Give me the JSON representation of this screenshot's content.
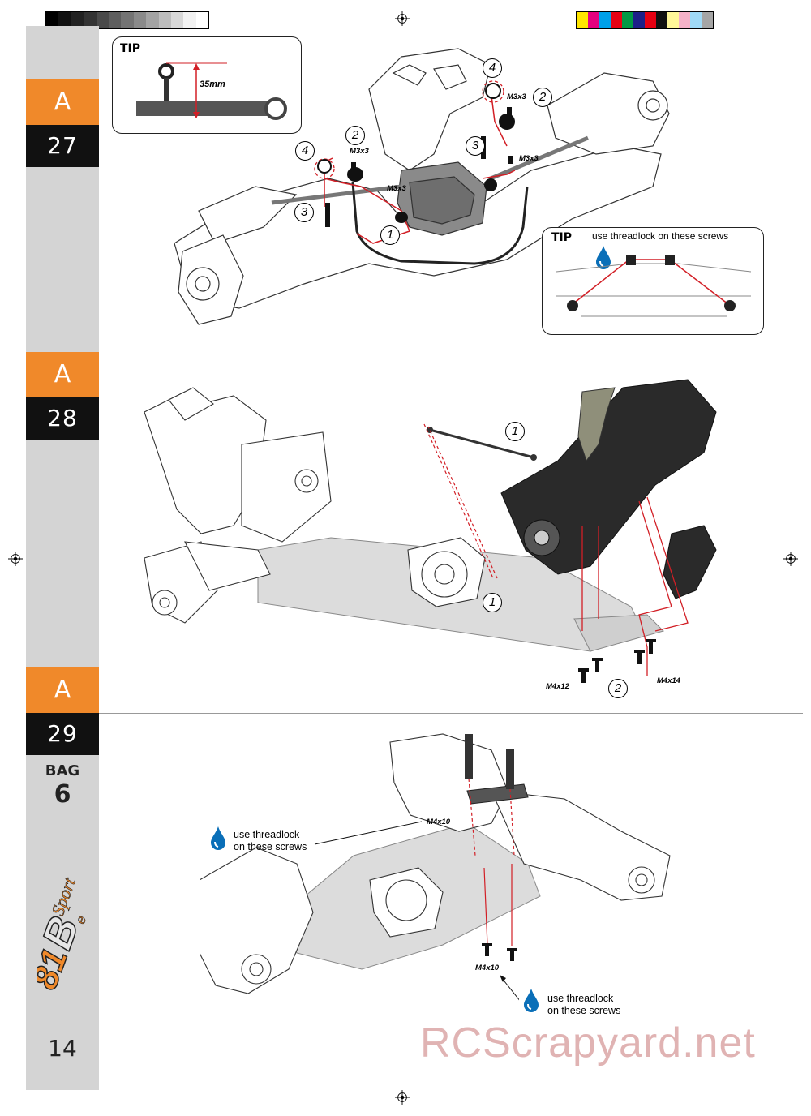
{
  "calibration": {
    "gray_swatches": [
      "#000000",
      "#111111",
      "#222222",
      "#333333",
      "#4a4a4a",
      "#5e5e5e",
      "#747474",
      "#8a8a8a",
      "#a3a3a3",
      "#bdbdbd",
      "#d8d8d8",
      "#f2f2f2",
      "#ffffff"
    ],
    "color_swatches": [
      "#ffe600",
      "#e4007f",
      "#00a0e9",
      "#e60012",
      "#009944",
      "#1d2088",
      "#e60012",
      "#111111",
      "#fff799",
      "#f5b2c8",
      "#9fd9f6",
      "#a5a5a5"
    ]
  },
  "steps": [
    {
      "letter": "A",
      "number": "27"
    },
    {
      "letter": "A",
      "number": "28"
    },
    {
      "letter": "A",
      "number": "29"
    }
  ],
  "bag": {
    "label": "BAG",
    "number": "6"
  },
  "page_number": "14",
  "step27": {
    "tip1": {
      "title": "TIP",
      "measure": "35mm"
    },
    "tip2": {
      "title": "TIP",
      "text": "use threadlock on these screws"
    },
    "callouts": [
      "1",
      "2",
      "3",
      "4",
      "2",
      "3",
      "4"
    ],
    "screws": [
      "M3x3",
      "M3x3",
      "M3x3",
      "M3x3"
    ]
  },
  "step28": {
    "callouts": [
      "1",
      "1",
      "2"
    ],
    "screws": [
      "M4x12",
      "M4x14"
    ]
  },
  "step29": {
    "screws": [
      "M4x10",
      "M4x10"
    ],
    "note1": "use threadlock\non these screws",
    "note2": "use threadlock\non these screws"
  },
  "watermark": "RCScrapyard.net",
  "colors": {
    "accent_orange": "#f0892a",
    "tab_dark": "#111111",
    "sidebar_gray": "#d4d4d4",
    "assembly_red": "#d21f26",
    "drop_blue": "#0a6fb8"
  }
}
